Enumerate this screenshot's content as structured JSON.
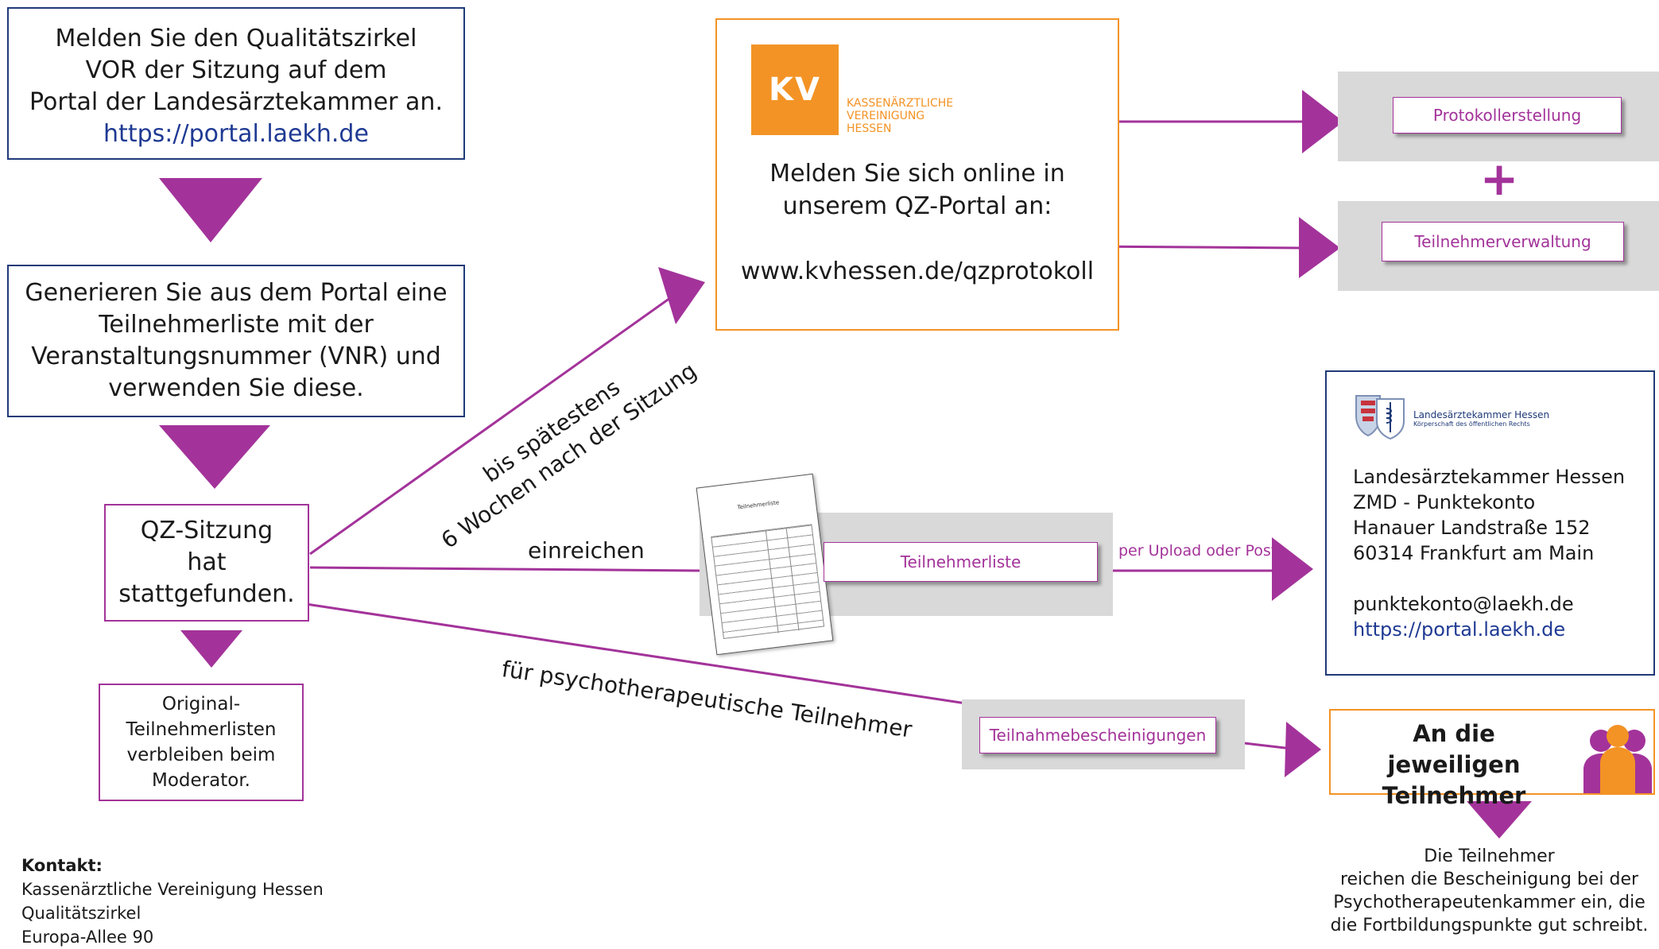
{
  "step1": {
    "lines": [
      "Melden Sie den Qualitätszirkel",
      "VOR der Sitzung auf dem",
      "Portal der Landesärztekammer an."
    ],
    "link": "https://portal.laekh.de"
  },
  "step2": {
    "lines": [
      "Generieren Sie aus dem Portal eine",
      "Teilnehmerliste mit der",
      "Veranstaltungsnummer (VNR) und",
      "verwenden Sie diese."
    ]
  },
  "step3": {
    "lines": [
      "QZ-Sitzung",
      "hat",
      "stattgefunden."
    ]
  },
  "step4": {
    "lines": [
      "Original-",
      "Teilnehmerlisten",
      "verbleiben beim",
      "Moderator."
    ]
  },
  "kv": {
    "logo_mark": "KV",
    "logo_text": [
      "KASSENÄRZTLICHE",
      "VEREINIGUNG",
      "HESSEN"
    ],
    "lines": [
      "Melden Sie sich online in",
      "unserem QZ-Portal an:"
    ],
    "url": "www.kvhessen.de/qzprotokoll"
  },
  "outputs": {
    "protokoll": "Protokollerstellung",
    "plus": "+",
    "teilnehmerverwaltung": "Teilnehmerverwaltung"
  },
  "diagonal_label": {
    "line1": "bis spätestens",
    "line2": "6 Wochen nach der Sitzung"
  },
  "submit": {
    "label": "einreichen",
    "doc_title": "Teilnehmerliste",
    "pill": "Teilnehmerliste",
    "via": "per Upload oder Post"
  },
  "laekh": {
    "logo_title": "Landesärztekammer Hessen",
    "logo_sub": "Körperschaft des öffentlichen Rechts",
    "address": [
      "Landesärztekammer Hessen",
      "ZMD - Punktekonto",
      "Hanauer Landstraße 152",
      "60314 Frankfurt am Main"
    ],
    "email": "punktekonto@laekh.de",
    "link": "https://portal.laekh.de"
  },
  "psycho": {
    "label": "für psychotherapeutische Teilnehmer",
    "pill": "Teilnahmebescheinigungen",
    "target": [
      "An die jeweiligen",
      "Teilnehmer"
    ],
    "note": [
      "Die Teilnehmer",
      "reichen die Bescheinigung bei der",
      "Psychotherapeutenkammer ein, die",
      "die Fortbildungspunkte gut schreibt."
    ]
  },
  "contact": {
    "heading": "Kontakt:",
    "lines": [
      "Kassenärztliche Vereinigung Hessen",
      "Qualitätszirkel",
      "Europa-Allee 90"
    ]
  },
  "colors": {
    "magenta": "#a3339a",
    "blue": "#1f3a78",
    "orange": "#f39325",
    "gray": "#d9d9d9"
  }
}
